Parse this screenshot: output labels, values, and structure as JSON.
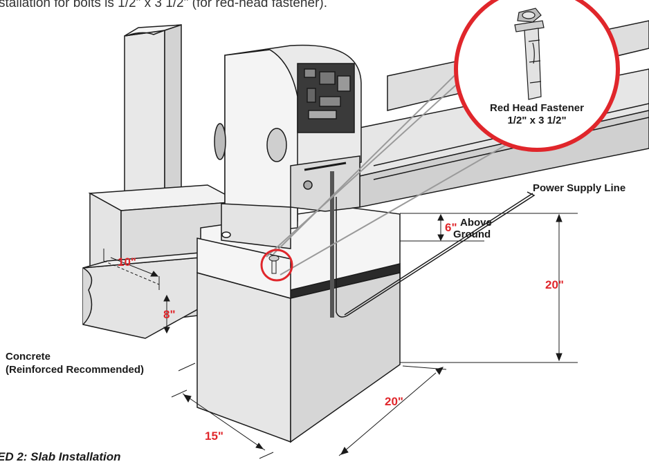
{
  "caption_top": "stallation for bolts is 1/2\" x 3 1/2\" (for red-head fastener).",
  "callout": {
    "title": "Red Head Fastener",
    "size": "1/2\" x 3 1/2\""
  },
  "labels": {
    "power_supply": "Power Supply Line",
    "above": "Above",
    "ground": "Ground",
    "concrete": "Concrete",
    "reinforced": "(Reinforced Recommended)"
  },
  "dimensions": {
    "above_ground": "6\"",
    "pad_height": "20\"",
    "pad_depth": "20\"",
    "pad_width": "15\"",
    "slot_width": "10\"",
    "slot_depth": "8\""
  },
  "bottom_title": "ED 2: Slab Installation",
  "colors": {
    "accent_red": "#e0262b",
    "outline": "#1a1a1a",
    "concrete": "#e6e6e6",
    "concrete_shade": "#d2d2d2"
  }
}
